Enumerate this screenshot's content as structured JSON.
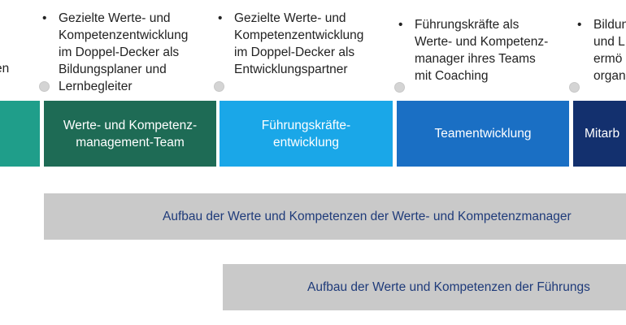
{
  "left_fragment": "en",
  "steps": [
    {
      "lines": [
        "Gezielte Werte- und",
        "Kompetenzentwicklung",
        "im Doppel-Decker als",
        "Bildungsplaner und",
        "Lernbegleiter"
      ],
      "box_lines": [
        "Werte- und Kompetenz-",
        "management-Team"
      ],
      "color": "#1e6b55"
    },
    {
      "lines": [
        "Gezielte Werte- und",
        "Kompetenzentwicklung",
        "im Doppel-Decker als",
        "Entwicklungspartner"
      ],
      "box_lines": [
        "Führungskräfte-",
        "entwicklung"
      ],
      "color": "#1aa7e8"
    },
    {
      "lines": [
        "Führungskräfte als",
        "Werte- und Kompetenz-",
        "manager ihres Teams",
        "mit Coaching"
      ],
      "box_lines": [
        "Teamentwicklung"
      ],
      "color": "#1a6fc4"
    },
    {
      "lines": [
        "Bildun",
        "und L",
        "ermö",
        "organ"
      ],
      "box_lines": [
        "Mitarb"
      ],
      "color": "#13306e"
    }
  ],
  "first_box_color": "#1f9e8a",
  "bullet_symbol": "•",
  "bars": [
    {
      "label": "Aufbau der Werte und Kompetenzen der Werte- und Kompetenzmanager"
    },
    {
      "label": "Aufbau der Werte und Kompetenzen der Führungs"
    }
  ]
}
